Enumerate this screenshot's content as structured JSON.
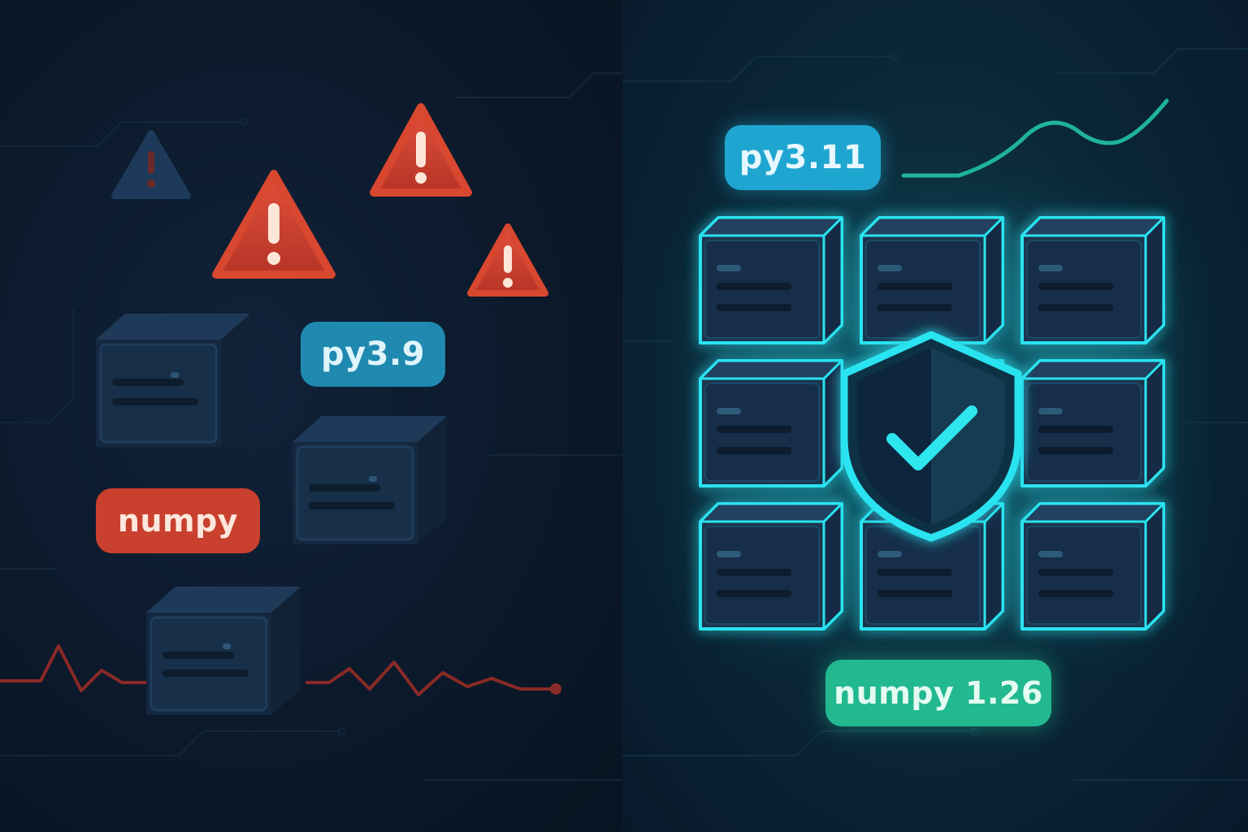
{
  "labels": {
    "left_python": "py3.9",
    "left_package": "numpy",
    "right_python": "py3.11",
    "right_package": "numpy 1.26"
  },
  "icons": {
    "warning": "warning-triangle-icon",
    "server": "server-box-icon",
    "shield": "shield-check-icon"
  },
  "colors": {
    "left_background": "#0b1828",
    "right_background": "#0b2838",
    "warning_red": "#cf4430",
    "faded_warning": "#1d3a5a",
    "python_pill_left": "#1f89b0",
    "numpy_pill_left": "#c9402e",
    "python_pill_right": "#1fa6d0",
    "numpy_pill_right": "#22b890",
    "server_dark": "#17304a",
    "glow_cyan": "#29e3f0",
    "right_chart_line": "#1fb49a",
    "left_signal_line": "#8a2a26"
  }
}
